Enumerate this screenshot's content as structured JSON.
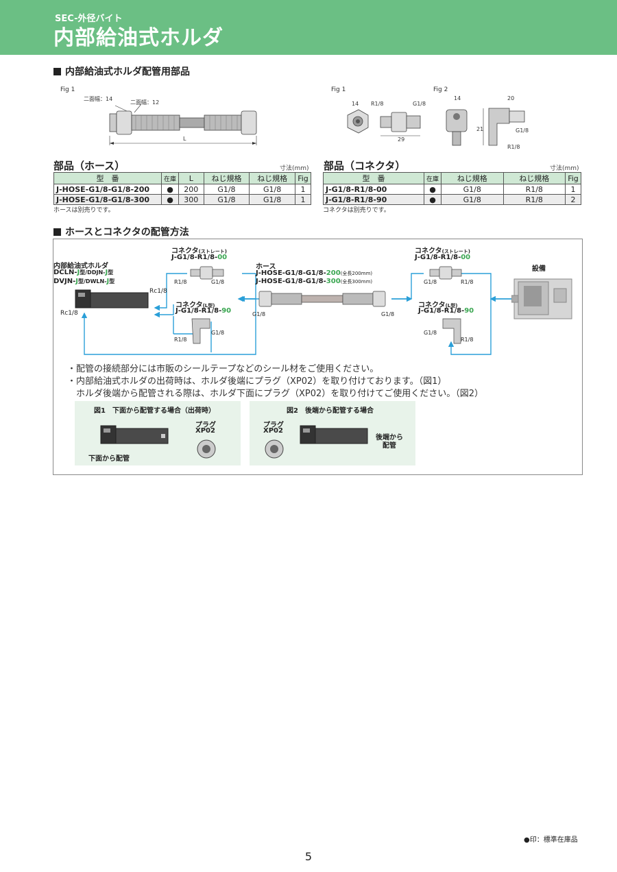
{
  "header": {
    "category": "SEC-外径バイト",
    "title": "内部給油式ホルダ"
  },
  "section1": {
    "title": "内部給油式ホルダ配管用部品"
  },
  "hose_figure": {
    "fig_label": "Fig 1",
    "dim_width14": "二面幅：14",
    "dim_width12": "二面幅：12",
    "dim_L": "L"
  },
  "connector_figure": {
    "fig1_label": "Fig 1",
    "fig2_label": "Fig 2",
    "dim_14a": "14",
    "dim_r18": "R1/8",
    "dim_g18": "G1/8",
    "dim_29": "29",
    "dim_14b": "14",
    "dim_20": "20",
    "dim_21": "21",
    "dim_g18b": "G1/8",
    "dim_r18b": "R1/8"
  },
  "hose_table": {
    "title": "部品（ホース）",
    "unit": "寸法(mm)",
    "headers": [
      "型　番",
      "在庫",
      "L",
      "ねじ規格",
      "ねじ規格",
      "Fig"
    ],
    "rows": [
      [
        "J-HOSE-G1/8-G1/8-200",
        "●",
        "200",
        "G1/8",
        "G1/8",
        "1"
      ],
      [
        "J-HOSE-G1/8-G1/8-300",
        "●",
        "300",
        "G1/8",
        "G1/8",
        "1"
      ]
    ],
    "note": "ホースは別売りです。"
  },
  "connector_table": {
    "title": "部品（コネクタ）",
    "unit": "寸法(mm)",
    "headers": [
      "型　番",
      "在庫",
      "ねじ規格",
      "ねじ規格",
      "Fig"
    ],
    "rows": [
      [
        "J-G1/8-R1/8-00",
        "●",
        "G1/8",
        "R1/8",
        "1"
      ],
      [
        "J-G1/8-R1/8-90",
        "●",
        "G1/8",
        "R1/8",
        "2"
      ]
    ],
    "note": "コネクタは別売りです。"
  },
  "section2": {
    "title": "ホースとコネクタの配管方法"
  },
  "piping": {
    "holder_label": "内部給油式ホルダ",
    "holder_line1_a": "DCLN-",
    "holder_line1_j": "J",
    "holder_line1_b": "型/DDJN-",
    "holder_line1_j2": "J",
    "holder_line1_c": "型",
    "holder_line2_a": "DVJN-",
    "holder_line2_j": "J",
    "holder_line2_b": "型/DWLN-",
    "holder_line2_j2": "J",
    "holder_line2_c": "型",
    "rc18_a": "Rc1/8",
    "rc18_b": "Rc1/8",
    "conn_straight_l": "コネクタ",
    "conn_straight_l_sub": "(ストレート)",
    "conn_straight_l_code": "J-G1/8-R1/8-",
    "conn_straight_l_code_g": "00",
    "conn_L_l": "コネクタ",
    "conn_L_l_sub": "(L型)",
    "conn_L_l_code": "J-G1/8-R1/8-",
    "conn_L_l_code_g": "90",
    "hose_label": "ホース",
    "hose_code1": "J-HOSE-G1/8-G1/8-",
    "hose_code1_g": "200",
    "hose_code1_note": "(全長200mm)",
    "hose_code2": "J-HOSE-G1/8-G1/8-",
    "hose_code2_g": "300",
    "hose_code2_note": "(全長300mm)",
    "conn_straight_r": "コネクタ",
    "conn_straight_r_sub": "(ストレート)",
    "conn_straight_r_code": "J-G1/8-R1/8-",
    "conn_straight_r_code_g": "00",
    "conn_L_r": "コネクタ",
    "conn_L_r_sub": "(L型)",
    "conn_L_r_code": "J-G1/8-R1/8-",
    "conn_L_r_code_g": "90",
    "equipment": "設備",
    "r18": "R1/8",
    "g18": "G1/8",
    "notes": [
      "・配管の接続部分には市販のシールテープなどのシール材をご使用ください。",
      "・内部給油式ホルダの出荷時は、ホルダ後端にプラグ（XP02）を取り付けております。（図1）",
      "　ホルダ後端から配管される際は、ホルダ下面にプラグ（XP02）を取り付けてご使用ください。（図2）"
    ],
    "fig1_caption": "図1　下面から配管する場合（出荷時）",
    "fig1_plug": "プラグ",
    "fig1_plug_code": "XP02",
    "fig1_bottom": "下面から配管",
    "fig2_caption": "図2　後端から配管する場合",
    "fig2_plug": "プラグ",
    "fig2_plug_code": "XP02",
    "fig2_rear1": "後端から",
    "fig2_rear2": "配管"
  },
  "legend": "●印：標準在庫品",
  "page_number": "5",
  "colors": {
    "header_green": "#6bbf84",
    "accent_green": "#3aa651",
    "table_header": "#cfe8d4",
    "arrow_blue": "#2a9fd8"
  }
}
